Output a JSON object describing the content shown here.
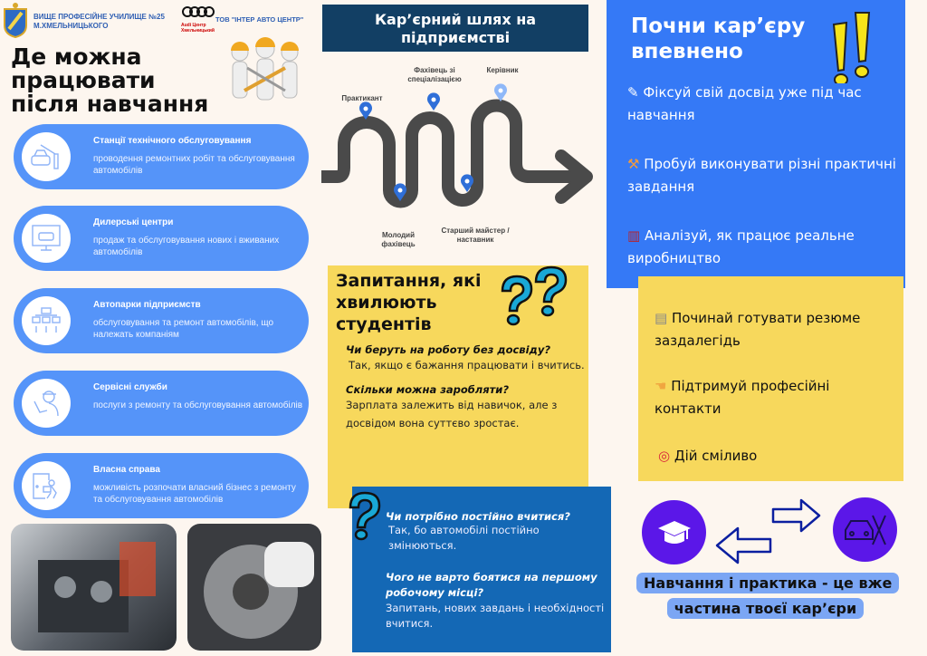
{
  "header": {
    "school": "ВИЩЕ ПРОФЕСІЙНЕ УЧИЛИЩЕ №25 М.ХМЕЛЬНИЦЬКОГО",
    "partner_logo_text": "Audi Центр Хмельницький",
    "partner": "ТОВ \"ІНТЕР АВТО ЦЕНТР\""
  },
  "left": {
    "title": "Де можна працювати після навчання",
    "cards": [
      {
        "title": "Станції технічного обслуговування",
        "desc": "проводення ремонтних робіт та обслуговування автомобілів",
        "icon": "car-barrier-icon"
      },
      {
        "title": "Дилерські центри",
        "desc": "продаж та обслуговування нових і вживаних автомобілів",
        "icon": "car-monitor-icon"
      },
      {
        "title": "Автопарки підприємств",
        "desc": "обслуговування та ремонт автомобілів, що належать компаніям",
        "icon": "fleet-icon"
      },
      {
        "title": "Сервісні служби",
        "desc": "послуги з ремонту та обслуговування автомобілів",
        "icon": "service-worker-icon"
      },
      {
        "title": "Власна справа",
        "desc": "можливість розпочати власний бізнес з ремонту та обслуговування автомобілів",
        "icon": "own-business-icon"
      }
    ]
  },
  "career": {
    "title": "Кар’єрний шлях на підприємстві",
    "steps": [
      "Практикант",
      "Молодий фахівець",
      "Фахівець зі спеціалізацією",
      "Старший майстер / наставник",
      "Керівник"
    ]
  },
  "questions": {
    "title": "Запитання, які хвилюють студентів",
    "items": [
      {
        "q": "Чи беруть на роботу без досвіду?",
        "a": "Так, якщо є бажання працювати і вчитись."
      },
      {
        "q": "Скільки можна заробляти?",
        "a": "Зарплата залежить від навичок, але з досвідом вона суттєво зростає."
      },
      {
        "q": "Чи потрібно постійно вчитися?",
        "a": "Так, бо автомобілі постійно змінюються."
      },
      {
        "q": "Чого не варто боятися на першому робочому місці?",
        "a": "Запитань, нових завдань і необхідності вчитися."
      }
    ]
  },
  "tips": {
    "title": "Почни кар’єру впевнено",
    "blue": [
      {
        "icon": "✎",
        "text": "Фіксуй свій досвід уже під час навчання"
      },
      {
        "icon": "⚒",
        "text": "Пробуй  виконувати різні практичні  завдання"
      },
      {
        "icon": "▥",
        "text": "Аналізуй, як працює реальне виробництво"
      }
    ],
    "yellow": [
      {
        "icon": "▤",
        "text": "Починай готувати резюме заздалегідь"
      },
      {
        "icon": "☚",
        "text": "Підтримуй професійні контакти"
      },
      {
        "icon": "◎",
        "text": "Дій сміливо"
      }
    ]
  },
  "footer": {
    "slogan": "Навчання і практика - це вже частина твоєї кар’єри"
  },
  "colors": {
    "card": "#5594f9",
    "navy": "#123f64",
    "yellow": "#f7d85c",
    "blue": "#3579f6",
    "purple": "#5b17e8"
  }
}
